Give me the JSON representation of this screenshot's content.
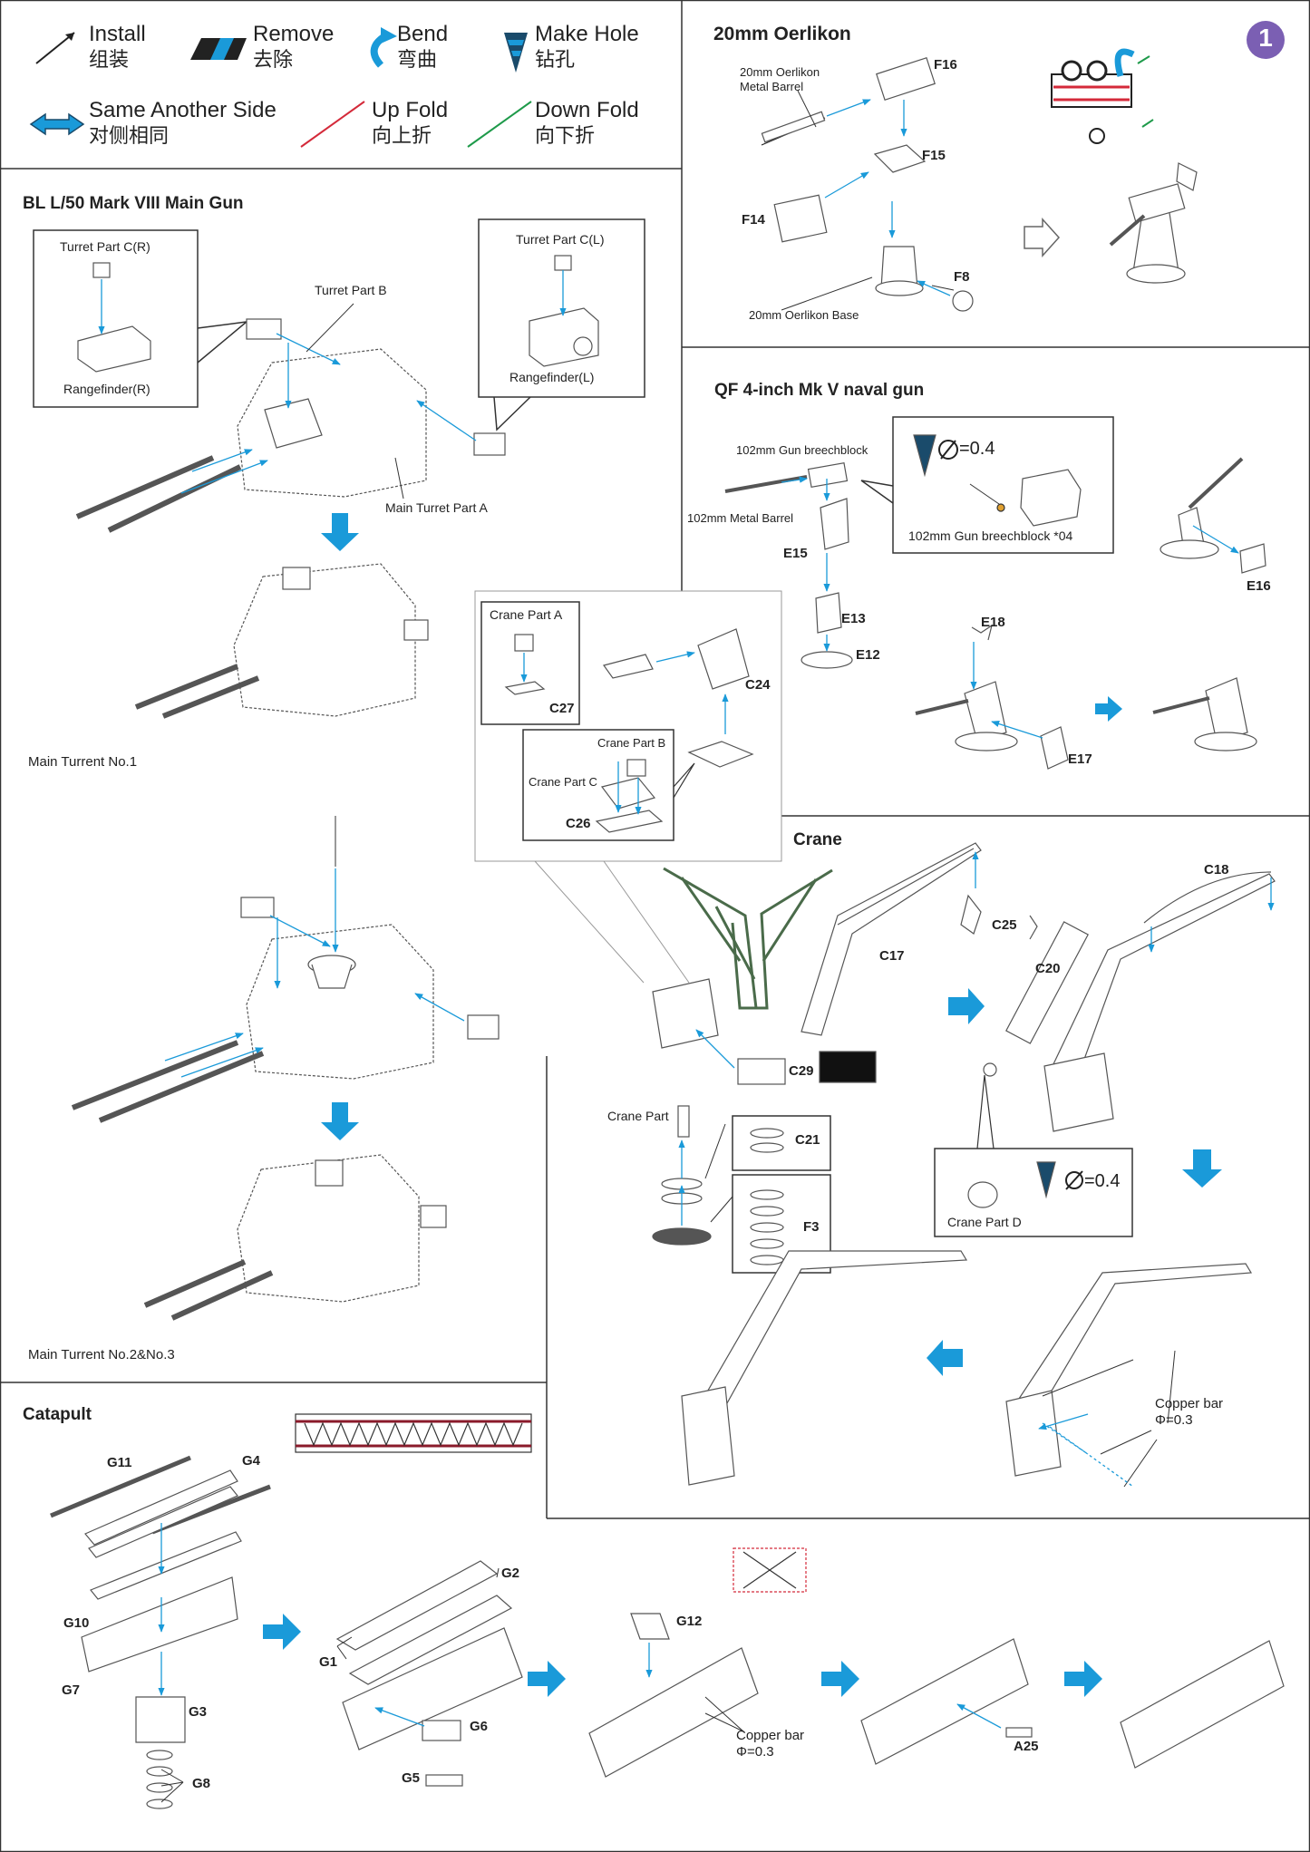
{
  "legend": {
    "install": {
      "en": "Install",
      "cn": "组装"
    },
    "remove": {
      "en": "Remove",
      "cn": "去除"
    },
    "bend": {
      "en": "Bend",
      "cn": "弯曲"
    },
    "make_hole": {
      "en": "Make Hole",
      "cn": "钻孔"
    },
    "same_side": {
      "en": "Same Another Side",
      "cn": "对侧相同"
    },
    "up_fold": {
      "en": "Up Fold",
      "cn": "向上折"
    },
    "down_fold": {
      "en": "Down Fold",
      "cn": "向下折"
    }
  },
  "step_number": "1",
  "colors": {
    "accent": "#1a9ad9",
    "badge": "#7b5fb3",
    "up_fold": "#d42a3a",
    "down_fold": "#1e9a4a",
    "green_part": "#4a6b4a"
  },
  "oerlikon": {
    "title": "20mm Oerlikon",
    "barrel_label": "20mm Oerlikon\nMetal Barrel",
    "base_label": "20mm Oerlikon Base",
    "parts": [
      "F16",
      "F15",
      "F14",
      "F8"
    ]
  },
  "main_gun": {
    "title": "BL L/50 Mark VIII Main  Gun",
    "turret_c_r": "Turret Part C(R)",
    "rangefinder_r": "Rangefinder(R)",
    "turret_b": "Turret Part B",
    "turret_c_l": "Turret Part C(L)",
    "rangefinder_l": "Rangefinder(L)",
    "turret_a": "Main Turret Part A",
    "caption_1": "Main Turrent No.1",
    "caption_23": "Main Turrent No.2&No.3"
  },
  "qf": {
    "title": "QF 4-inch Mk V naval gun",
    "breechblock": "102mm Gun breechblock",
    "barrel": "102mm Metal Barrel",
    "hole": "=0.4",
    "breech_note": "102mm Gun breechblock *04",
    "parts": [
      "E15",
      "E13",
      "E12",
      "E18",
      "E17",
      "E16"
    ]
  },
  "crane_inset": {
    "crane_a": "Crane Part A",
    "crane_b": "Crane Part B",
    "crane_c": "Crane Part C",
    "parts": [
      "C27",
      "C24",
      "C26"
    ]
  },
  "crane": {
    "title": "Crane",
    "crane_part": "Crane Part",
    "crane_d": "Crane Part D",
    "hole": "=0.4",
    "copper": "Copper bar",
    "copper_dia": "Φ=0.3",
    "parts": [
      "C17",
      "C25",
      "C18",
      "C20",
      "C29",
      "C21",
      "F3"
    ]
  },
  "catapult": {
    "title": "Catapult",
    "copper": "Copper bar",
    "copper_dia": "Φ=0.3",
    "parts": [
      "G11",
      "G4",
      "G10",
      "G7",
      "G3",
      "G8",
      "G2",
      "G1",
      "G6",
      "G5",
      "G12",
      "A25"
    ]
  }
}
